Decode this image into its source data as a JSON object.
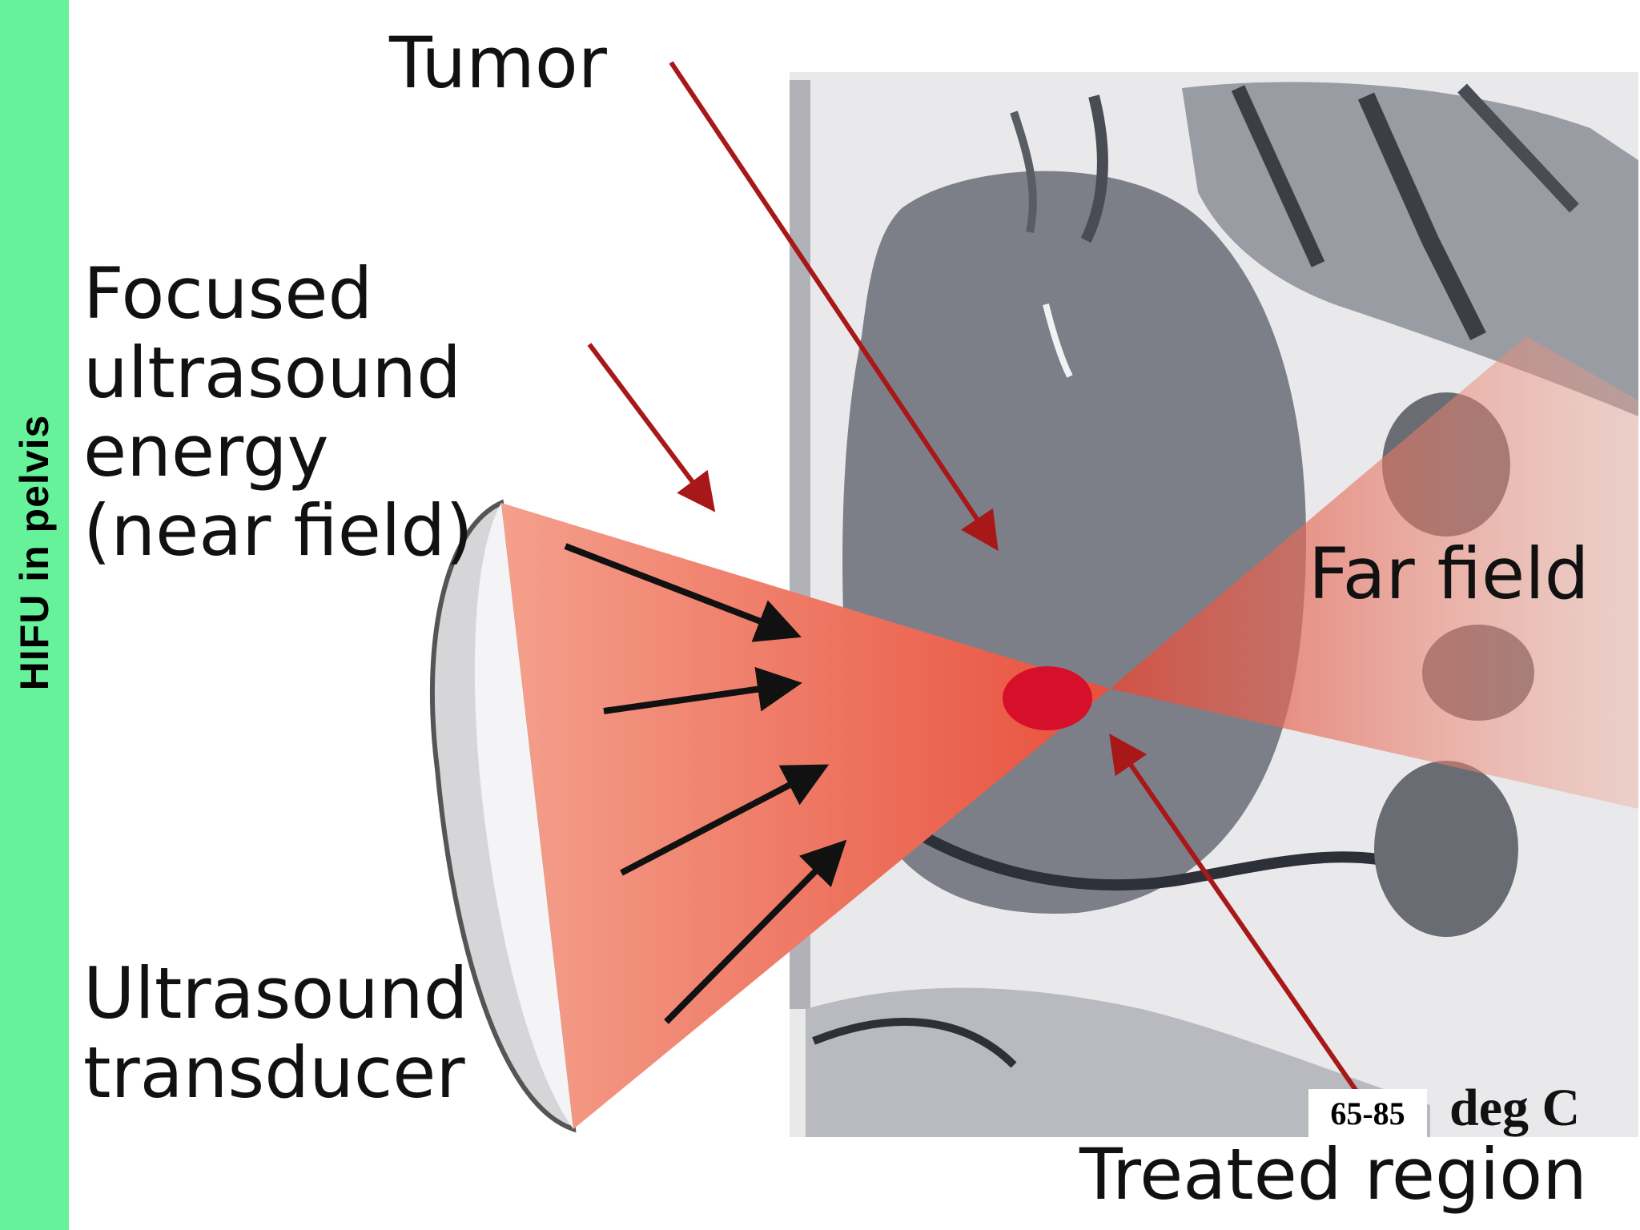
{
  "sidebar": {
    "title": "HIFU in pelvis"
  },
  "labels": {
    "tumor": "Tumor",
    "focused_energy": "Focused\nultrasound\nenergy\n(near field)",
    "far_field": "Far field",
    "transducer": "Ultrasound\ntransducer",
    "treated_region": "Treated region",
    "temperature_value": "65-85",
    "temperature_unit": "deg C"
  },
  "colors": {
    "sidebar": "#66f29a",
    "beam": "#f08070",
    "focus": "#d6102a",
    "arrow_red": "#a81818",
    "arrow_black": "#111111"
  }
}
